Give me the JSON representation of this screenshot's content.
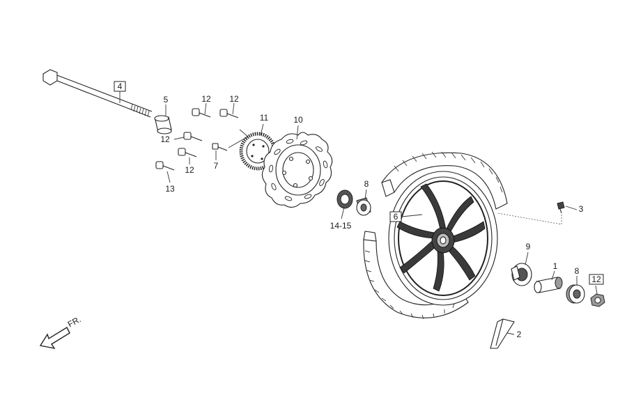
{
  "diagram": {
    "callouts": [
      {
        "id": "c1",
        "text": "1",
        "boxed": false
      },
      {
        "id": "c2",
        "text": "2",
        "boxed": false
      },
      {
        "id": "c3",
        "text": "3",
        "boxed": false
      },
      {
        "id": "c4",
        "text": "4",
        "boxed": true
      },
      {
        "id": "c5",
        "text": "5",
        "boxed": false
      },
      {
        "id": "c6",
        "text": "6",
        "boxed": true
      },
      {
        "id": "c7",
        "text": "7",
        "boxed": false
      },
      {
        "id": "c8a",
        "text": "8",
        "boxed": false
      },
      {
        "id": "c8b",
        "text": "8",
        "boxed": false
      },
      {
        "id": "c9",
        "text": "9",
        "boxed": false
      },
      {
        "id": "c10",
        "text": "10",
        "boxed": false
      },
      {
        "id": "c11",
        "text": "11",
        "boxed": false
      },
      {
        "id": "c12a",
        "text": "12",
        "boxed": false
      },
      {
        "id": "c12b",
        "text": "12",
        "boxed": false
      },
      {
        "id": "c12c",
        "text": "12",
        "boxed": false
      },
      {
        "id": "c12d",
        "text": "12",
        "boxed": false
      },
      {
        "id": "c12e",
        "text": "12",
        "boxed": false
      },
      {
        "id": "c13",
        "text": "13",
        "boxed": true
      },
      {
        "id": "c1415",
        "text": "14-15",
        "boxed": false
      }
    ],
    "direction_label": "FR."
  }
}
